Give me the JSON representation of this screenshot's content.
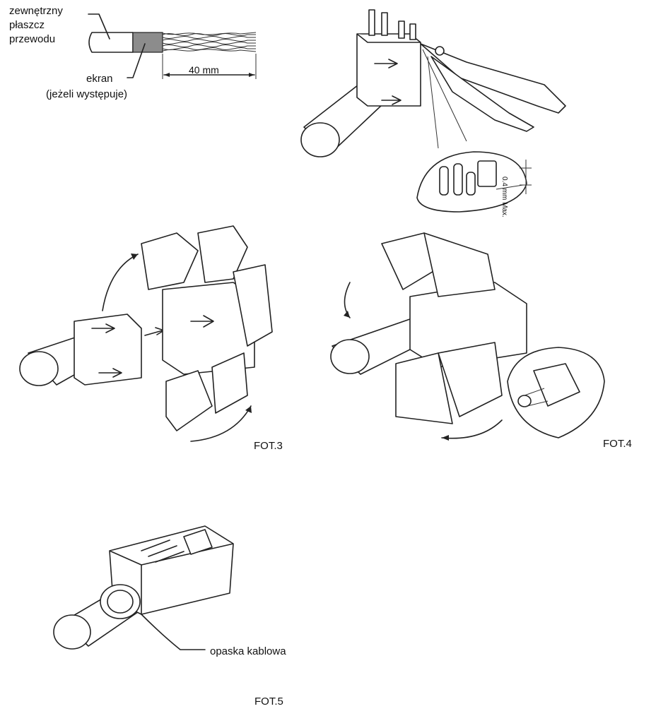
{
  "labels": {
    "outer_jacket": [
      "zewnętrzny",
      "płaszcz",
      "przewodu"
    ],
    "shield": [
      "ekran",
      "(jeżeli występuje)"
    ],
    "dimension_40": "40 mm",
    "dimension_04": "0.4 mm Max.",
    "cable_tie": "opaska kablowa"
  },
  "figures": {
    "fot3": "FOT.3",
    "fot4": "FOT.4",
    "fot5": "FOT.5"
  }
}
